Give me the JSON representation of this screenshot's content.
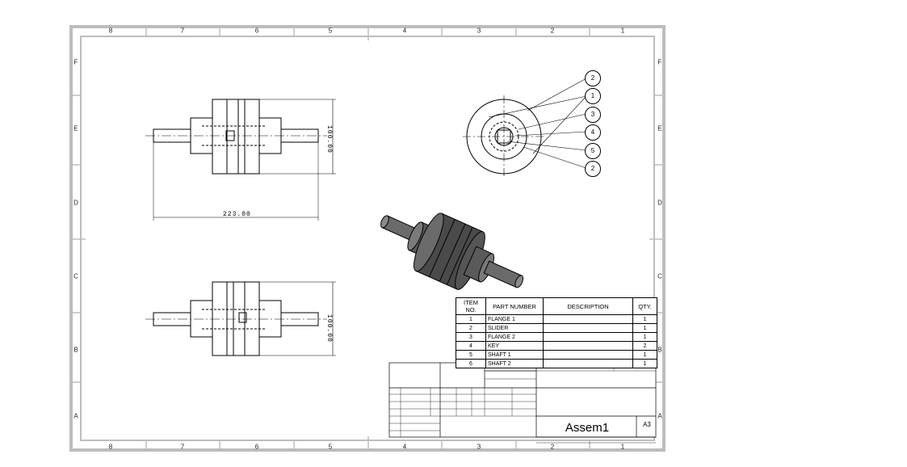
{
  "sheet": {
    "zones_columns": [
      "8",
      "7",
      "6",
      "5",
      "4",
      "3",
      "2",
      "1"
    ],
    "zones_rows": [
      "F",
      "E",
      "D",
      "C",
      "B",
      "A"
    ]
  },
  "dimensions": {
    "top_height": "100.00",
    "top_width": "223.00",
    "bottom_height": "100.00"
  },
  "balloons": [
    "2",
    "1",
    "3",
    "4",
    "5",
    "2"
  ],
  "bom": {
    "headers": {
      "item": "ITEM NO.",
      "part": "PART NUMBER",
      "desc": "DESCRIPTION",
      "qty": "QTY."
    },
    "rows": [
      {
        "item": "1",
        "part": "FLANGE 1",
        "desc": "",
        "qty": "1"
      },
      {
        "item": "2",
        "part": "SLIDER",
        "desc": "",
        "qty": "1"
      },
      {
        "item": "3",
        "part": "FLANGE 2",
        "desc": "",
        "qty": "1"
      },
      {
        "item": "4",
        "part": "KEY",
        "desc": "",
        "qty": "2"
      },
      {
        "item": "5",
        "part": "SHAFT 1",
        "desc": "",
        "qty": "1"
      },
      {
        "item": "6",
        "part": "SHAFT 2",
        "desc": "",
        "qty": "1"
      }
    ]
  },
  "title_block": {
    "title": "Assem1",
    "size": "A3"
  },
  "colors": {
    "border": "#bdbdbd",
    "line": "#000000",
    "shade_dark": "#4a4a4a",
    "shade_mid": "#6b6b6b",
    "shade_light": "#8a8a8a"
  }
}
